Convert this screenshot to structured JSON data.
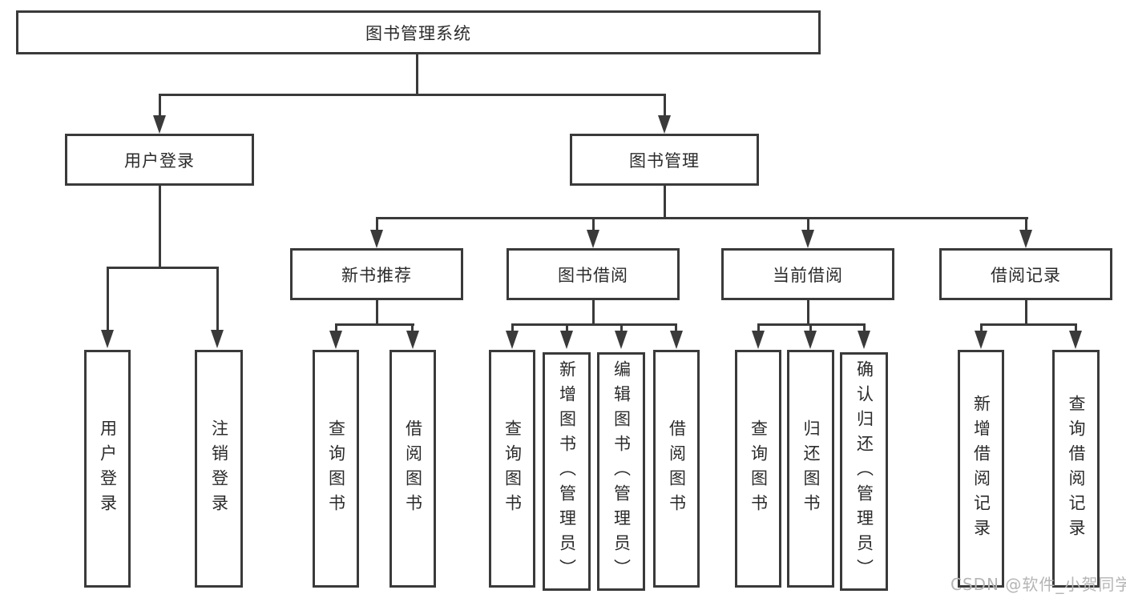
{
  "diagram": {
    "root": {
      "label": "图书管理系统"
    },
    "user_login": {
      "label": "用户登录",
      "children": [
        {
          "label": "用户登录"
        },
        {
          "label": "注销登录"
        }
      ]
    },
    "book_mgmt": {
      "label": "图书管理",
      "children": [
        {
          "label": "新书推荐",
          "children": [
            {
              "label": "查询图书"
            },
            {
              "label": "借阅图书"
            }
          ]
        },
        {
          "label": "图书借阅",
          "children": [
            {
              "label": "查询图书"
            },
            {
              "label": "新增图书（管理员）"
            },
            {
              "label": "编辑图书（管理员）"
            },
            {
              "label": "借阅图书"
            }
          ]
        },
        {
          "label": "当前借阅",
          "children": [
            {
              "label": "查询图书"
            },
            {
              "label": "归还图书"
            },
            {
              "label": "确认归还（管理员）"
            }
          ]
        },
        {
          "label": "借阅记录",
          "children": [
            {
              "label": "新增借阅记录"
            },
            {
              "label": "查询借阅记录"
            }
          ]
        }
      ]
    }
  },
  "watermark": {
    "text": "CSDN @软件_小贺同学"
  },
  "colors": {
    "line": "#3a3a3a",
    "text": "#2b2b2b",
    "watermark": "#b5b5b5",
    "background": "#ffffff"
  }
}
